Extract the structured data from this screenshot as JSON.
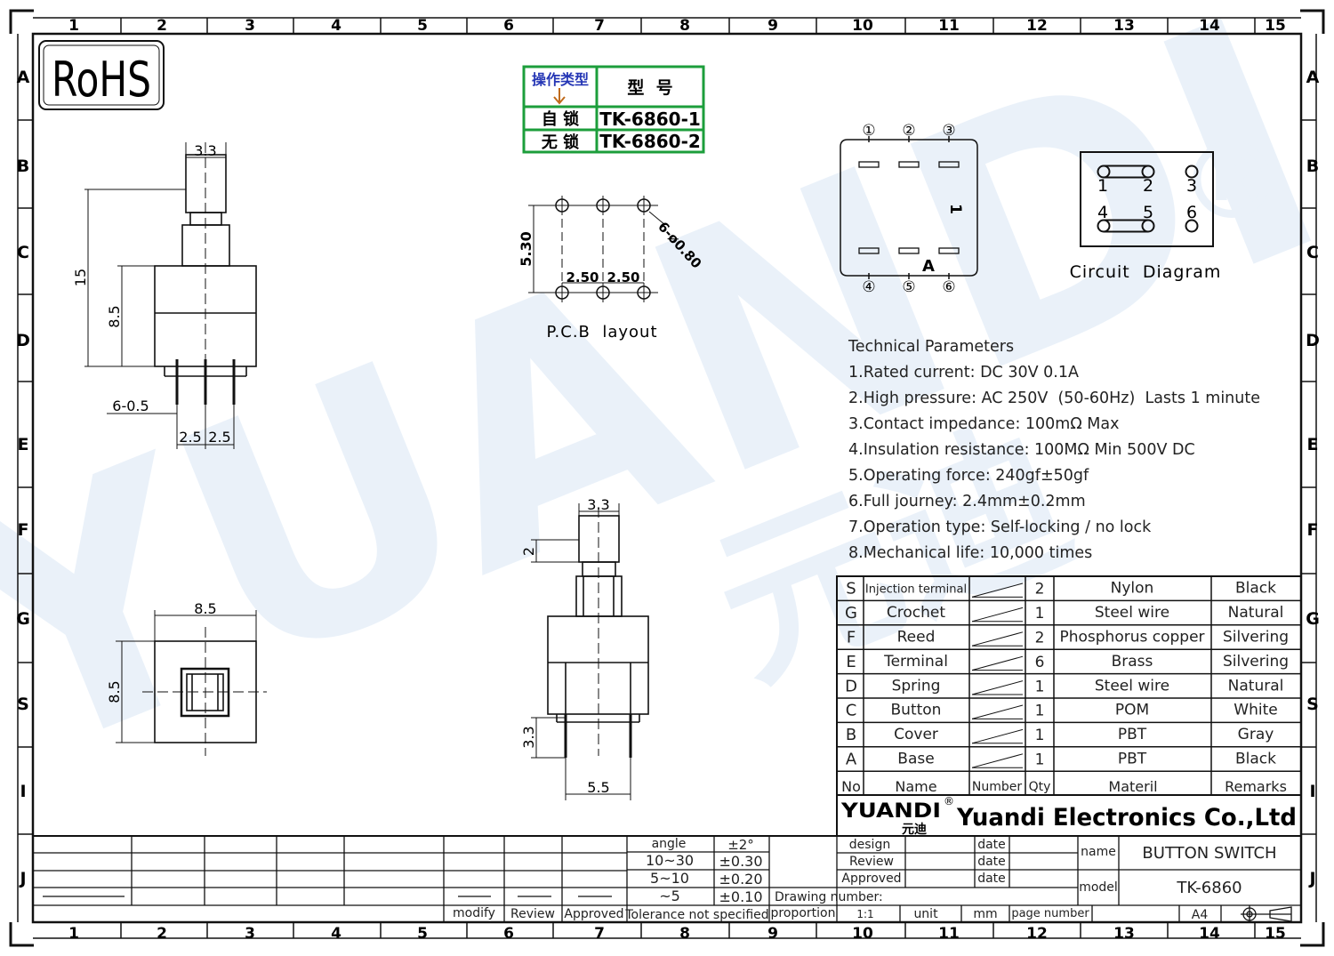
{
  "frame": {
    "columns": [
      "1",
      "2",
      "3",
      "4",
      "5",
      "6",
      "7",
      "8",
      "9",
      "10",
      "11",
      "12",
      "13",
      "14",
      "15"
    ],
    "rows": [
      "A",
      "B",
      "C",
      "D",
      "E",
      "F",
      "G",
      "S",
      "I",
      "J"
    ]
  },
  "watermark": {
    "text": "YUANDI",
    "reg_mark": "®",
    "cjk": "元迪"
  },
  "rohs": "RoHS",
  "type_table": {
    "header_left": "操作类型",
    "header_right": "型  号",
    "rows": [
      {
        "type": "自 锁",
        "model": "TK-6860-1"
      },
      {
        "type": "无 锁",
        "model": "TK-6860-2"
      }
    ],
    "colors": {
      "border": "#1c9e3b",
      "header_text": "#2536b5",
      "arrow": "#c06a1a"
    }
  },
  "side_view_dims": {
    "width_top": "3.3",
    "height_total": "15",
    "height_body": "8.5",
    "pins": "6-0.5",
    "pitch_a": "2.5",
    "pitch_b": "2.5"
  },
  "top_view_dims": {
    "width": "8.5",
    "height": "8.5"
  },
  "front_view_dims": {
    "width_top": "3.3",
    "cap": "2",
    "pin_len": "3.3",
    "pin_span": "5.5"
  },
  "pcb": {
    "height": "5.30",
    "pitch_a": "2.50",
    "pitch_b": "2.50",
    "holes": "6-ø0.80",
    "caption": "P.C.B  layout"
  },
  "pin_view": {
    "pins_top": [
      "①",
      "②",
      "③"
    ],
    "pins_bottom": [
      "④",
      "⑤",
      "⑥"
    ],
    "mark_one": "1",
    "mark_a": "A"
  },
  "circuit": {
    "labels": [
      "1",
      "2",
      "3",
      "4",
      "5",
      "6"
    ],
    "caption": "Circuit  Diagram"
  },
  "tech": {
    "title": "Technical Parameters",
    "items": [
      "1.Rated current: DC 30V 0.1A",
      "2.High pressure: AC 250V  (50-60Hz)  Lasts 1 minute",
      "3.Contact impedance: 100mΩ Max",
      "4.Insulation resistance: 100MΩ Min 500V DC",
      "5.Operating force: 240gf±50gf",
      "6.Full journey: 2.4mm±0.2mm",
      "7.Operation type: Self-locking / no lock",
      "8.Mechanical life: 10,000 times"
    ]
  },
  "bom": {
    "header": {
      "no": "No",
      "name": "Name",
      "number": "Number",
      "qty": "Qty",
      "material": "Materil",
      "remarks": "Remarks"
    },
    "rows": [
      {
        "no": "S",
        "name": "Injection terminal",
        "qty": "2",
        "material": "Nylon",
        "remarks": "Black"
      },
      {
        "no": "G",
        "name": "Crochet",
        "qty": "1",
        "material": "Steel wire",
        "remarks": "Natural"
      },
      {
        "no": "F",
        "name": "Reed",
        "qty": "2",
        "material": "Phosphorus copper",
        "remarks": "Silvering"
      },
      {
        "no": "E",
        "name": "Terminal",
        "qty": "6",
        "material": "Brass",
        "remarks": "Silvering"
      },
      {
        "no": "D",
        "name": "Spring",
        "qty": "1",
        "material": "Steel wire",
        "remarks": "Natural"
      },
      {
        "no": "C",
        "name": "Button",
        "qty": "1",
        "material": "POM",
        "remarks": "White"
      },
      {
        "no": "B",
        "name": "Cover",
        "qty": "1",
        "material": "PBT",
        "remarks": "Gray"
      },
      {
        "no": "A",
        "name": "Base",
        "qty": "1",
        "material": "PBT",
        "remarks": "Black"
      }
    ]
  },
  "company": {
    "logo": "YUANDI",
    "logo_cjk": "元迪",
    "reg": "®",
    "name": "Yuandi Electronics Co.,Ltd"
  },
  "title_block": {
    "angle_label": "angle",
    "angle_tol": "±2°",
    "tolerances": [
      {
        "range": "10~30",
        "tol": "±0.30"
      },
      {
        "range": "5~10",
        "tol": "±0.20"
      },
      {
        "range": "~5",
        "tol": "±0.10"
      }
    ],
    "roles": [
      "design",
      "Review",
      "Approved"
    ],
    "date_label": "date",
    "name_label": "name",
    "name_value": "BUTTON SWITCH",
    "model_label": "model",
    "model_value": "TK-6860",
    "drawing_number": "Drawing number:",
    "modify": "modify",
    "review": "Review",
    "approved": "Approved",
    "tolerance_note": "Tolerance not specified",
    "proportion": "proportion",
    "scale": "1:1",
    "unit": "unit",
    "mm": "mm",
    "page_number": "page number",
    "size": "A4"
  }
}
